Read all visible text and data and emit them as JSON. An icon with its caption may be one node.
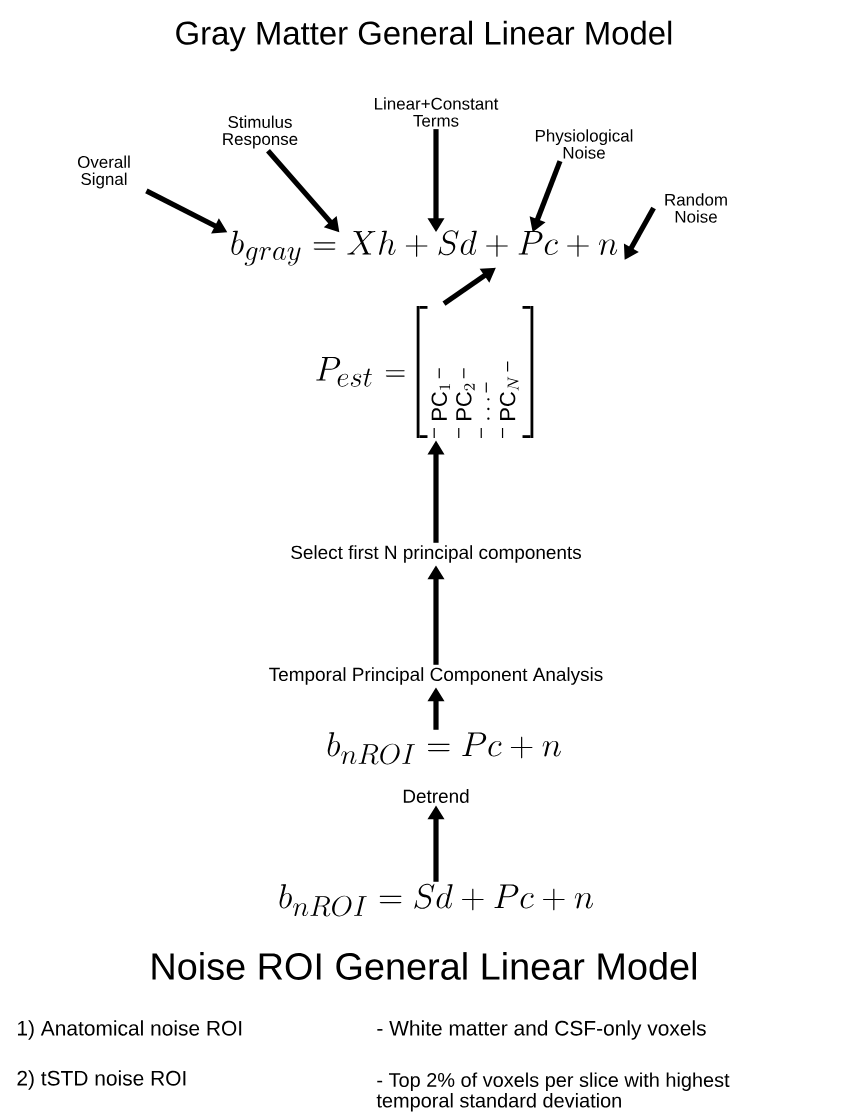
{
  "diagram": {
    "title": "Gray Matter General Linear Model",
    "nodes": [
      {
        "text": [
          "Overall Signal"
        ]
      },
      {
        "text": [
          "Stimulus Response"
        ]
      },
      {
        "text": [
          "Linear+Constant Terms"
        ]
      },
      {
        "text": [
          "Physiological Noise"
        ]
      },
      {
        "text": [
          "Random Noise"
        ]
      },
      {
        "text": [
          "b_{gray}=Xh+Sd+Pc+n"
        ]
      },
      {
        "text": [
          "P_{est}",
          "=",
          "\\mathrm{PC}_{1}",
          "\\mathrm{PC}_{2}",
          "\\cdots",
          "\\mathrm{PC}_{N}"
        ]
      },
      {
        "text": [
          "Select first N principal components"
        ]
      },
      {
        "text": [
          "Temporal Principal Component Analysis"
        ]
      },
      {
        "text": [
          "b_{nROI}=Pc+n"
        ]
      },
      {
        "text": [
          "Detrend"
        ]
      },
      {
        "text": [
          "b_{nROI}=Sd+Pc+n"
        ]
      }
    ],
    "edges": [
      {
        "from": 0,
        "to": 5,
        "arrow": "to"
      },
      {
        "from": 1,
        "to": 5,
        "arrow": "to"
      },
      {
        "from": 2,
        "to": 5,
        "arrow": "to"
      },
      {
        "from": 3,
        "to": 5,
        "arrow": "to"
      },
      {
        "from": 4,
        "to": 5,
        "arrow": "to"
      },
      {
        "from": 6,
        "to": 5,
        "arrow": "to"
      },
      {
        "from": 7,
        "to": 6,
        "arrow": "to"
      },
      {
        "from": 8,
        "to": 7,
        "arrow": "to"
      },
      {
        "from": 9,
        "to": 8,
        "arrow": "to"
      },
      {
        "from": 11,
        "to": 10,
        "arrow": "to"
      }
    ],
    "labels": [
      "Noise ROI General Linear Model",
      "1) Anatomical noise ROI",
      "- White matter and CSF-only voxels",
      "2) tSTD noise ROI",
      "- Top 2% of voxels per slice with highest temporal standard deviation"
    ]
  }
}
